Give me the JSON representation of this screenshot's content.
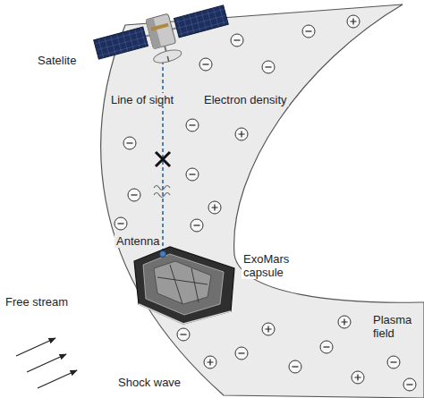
{
  "diagram": {
    "labels": [
      "Satelite",
      "Line of sight",
      "Electron density",
      "Antenna",
      "ExoMars capsule",
      "Free stream",
      "Plasma field",
      "Shock wave"
    ]
  }
}
